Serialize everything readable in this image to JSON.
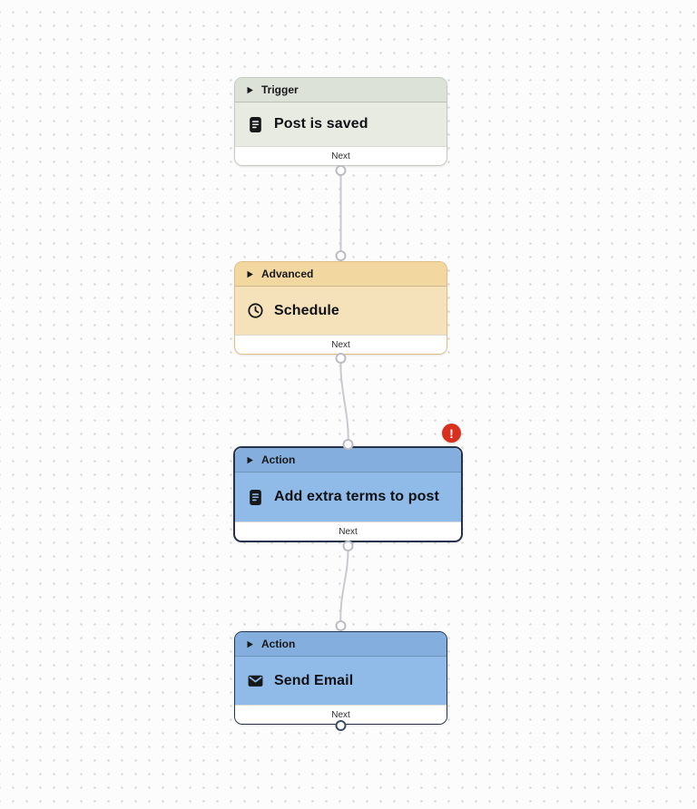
{
  "canvas": {
    "background_color": "#fcfcfc",
    "dot_color": "#d7d7d7"
  },
  "nodes": [
    {
      "id": "trigger-node",
      "category": "Trigger",
      "title": "Post is saved",
      "icon": "document-icon",
      "footer_label": "Next",
      "colors": {
        "header": "#dce2d8",
        "body": "#e7ebe2",
        "border": "#c4cabf"
      },
      "has_error": false
    },
    {
      "id": "advanced-node",
      "category": "Advanced",
      "title": "Schedule",
      "icon": "clock-icon",
      "footer_label": "Next",
      "colors": {
        "header": "#f2d7a0",
        "body": "#f6e2ba",
        "border": "#dfbe83"
      },
      "has_error": false
    },
    {
      "id": "action-node-1",
      "category": "Action",
      "title": "Add extra terms to post",
      "icon": "document-icon",
      "footer_label": "Next",
      "colors": {
        "header": "#83aedd",
        "body": "#90bae7",
        "border": "#25324a"
      },
      "has_error": true,
      "selected": true
    },
    {
      "id": "action-node-2",
      "category": "Action",
      "title": "Send Email",
      "icon": "envelope-icon",
      "footer_label": "Next",
      "colors": {
        "header": "#83aedd",
        "body": "#90bae7",
        "border": "#25324a"
      },
      "has_error": false
    }
  ],
  "error_badge": {
    "symbol": "!",
    "color": "#d7301f"
  }
}
